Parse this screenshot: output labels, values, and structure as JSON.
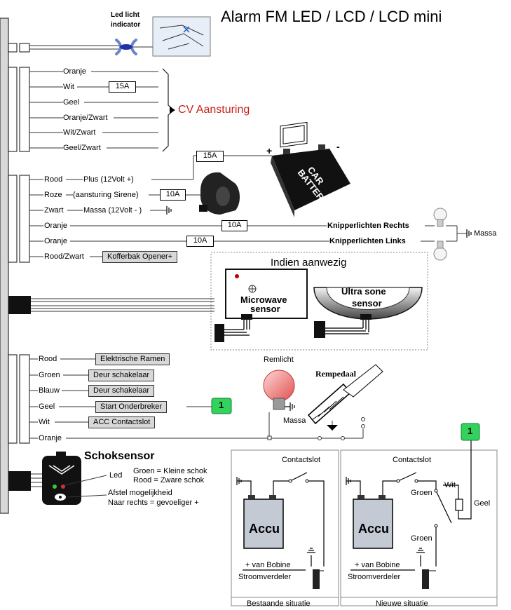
{
  "title": "Alarm FM LED / LCD / LCD mini",
  "led_indicator": {
    "label_line1": "Led licht",
    "label_line2": "indicator"
  },
  "cv": {
    "wires": [
      "Oranje",
      "Wit",
      "Geel",
      "Oranje/Zwart",
      "Wit/Zwart",
      "Geel/Zwart"
    ],
    "fuse": "15A",
    "label": "CV Aansturing"
  },
  "power": {
    "wires": [
      "Rood",
      "Roze",
      "Zwart",
      "Oranje",
      "Oranje",
      "Rood/Zwart"
    ],
    "plus_label": "Plus (12Volt +)",
    "siren_label": "(aansturing Sirene)",
    "massa_label": "Massa (12Volt - )",
    "fuse_plus": "15A",
    "fuse_siren": "10A",
    "fuse_right": "10A",
    "fuse_left": "10A",
    "battery_text_line1": "CAR",
    "battery_text_line2": "BATTERY",
    "knipper_rechts": "Knipperlichten Rechts",
    "knipper_links": "Knipperlichten Links",
    "massa": "Massa",
    "kofferbak": "Kofferbak Opener+"
  },
  "sensors": {
    "heading": "Indien aanwezig",
    "microwave_line1": "Microwave",
    "microwave_line2": "sensor",
    "ultra_line1": "Ultra sone",
    "ultra_line2": "sensor"
  },
  "control": {
    "wires": [
      "Rood",
      "Groen",
      "Blauw",
      "Geel",
      "Wit",
      "Oranje"
    ],
    "ramen": "Elektrische Ramen",
    "deur1": "Deur schakelaar",
    "deur2": "Deur schakelaar",
    "onderbreker": "Start Onderbreker",
    "acc": "ACC Contactslot",
    "marker": "1",
    "remlicht": "Remlicht",
    "rempedaal": "Rempedaal",
    "massa": "Massa"
  },
  "shock": {
    "title": "Schoksensor",
    "led": "Led",
    "groen": "Groen = Kleine schok",
    "rood": "Rood = Zware schok",
    "afstel1": "Afstel mogelijkheid",
    "afstel2": "Naar rechts = gevoeliger +"
  },
  "panel_left": {
    "contactslot": "Contactslot",
    "accu": "Accu",
    "bobine": "+ van Bobine",
    "stroom": "Stroomverdeler",
    "caption": "Bestaande situatie"
  },
  "panel_right": {
    "contactslot": "Contactslot",
    "groen1": "Groen",
    "wit": "Wit",
    "geel": "Geel",
    "groen2": "Groen",
    "accu": "Accu",
    "bobine": "+ van Bobine",
    "stroom": "Stroomverdeler",
    "caption": "Nieuwe situatie",
    "marker": "1"
  }
}
